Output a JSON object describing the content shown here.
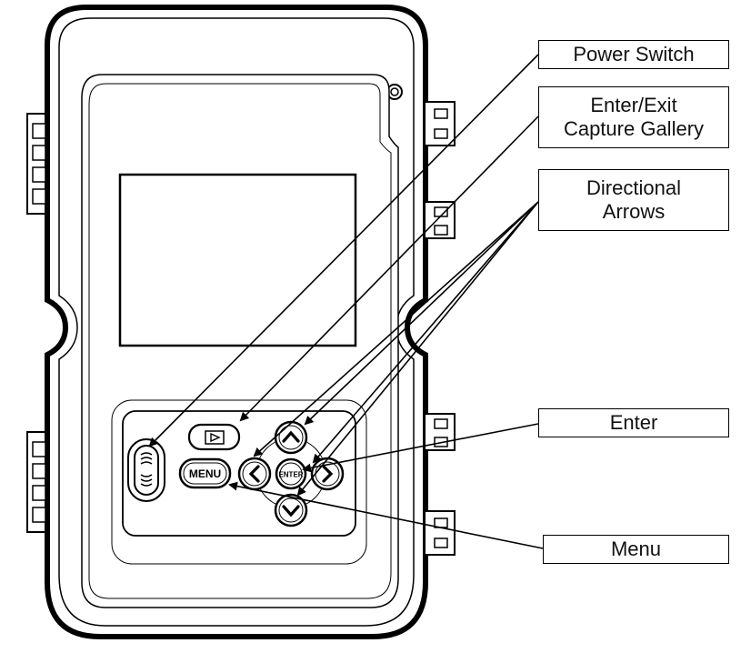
{
  "labels": {
    "power_switch": "Power Switch",
    "gallery_line1": "Enter/Exit",
    "gallery_line2": "Capture Gallery",
    "arrows_line1": "Directional",
    "arrows_line2": "Arrows",
    "enter": "Enter",
    "menu": "Menu"
  },
  "buttons": {
    "menu": "MENU",
    "enter": "ENTER"
  },
  "colors": {
    "stroke": "#000000",
    "background": "#ffffff"
  }
}
